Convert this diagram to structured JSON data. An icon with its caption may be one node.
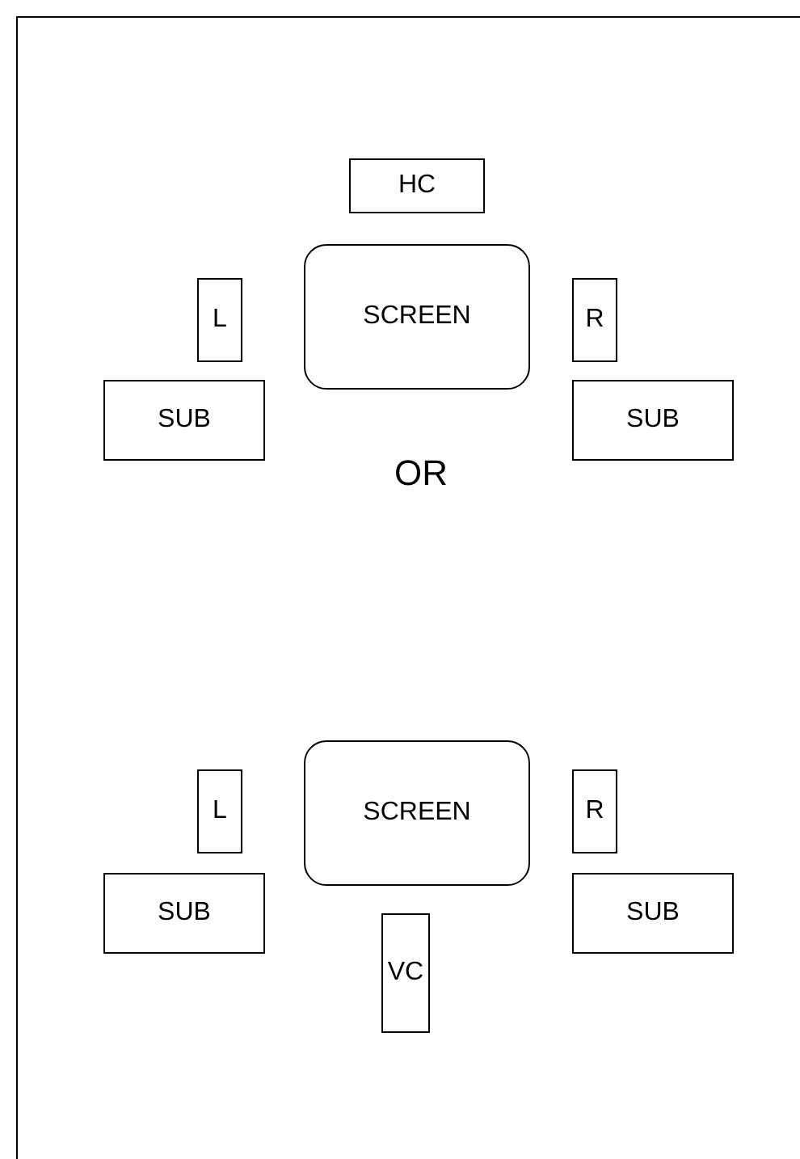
{
  "diagram": {
    "nodes": [
      {
        "text": [
          "HC"
        ]
      },
      {
        "text": [
          "SCREEN"
        ]
      },
      {
        "text": [
          "L"
        ]
      },
      {
        "text": [
          "R"
        ]
      },
      {
        "text": [
          "SUB"
        ]
      },
      {
        "text": [
          "SUB"
        ]
      },
      {
        "text": [
          "SCREEN"
        ]
      },
      {
        "text": [
          "L"
        ]
      },
      {
        "text": [
          "R"
        ]
      },
      {
        "text": [
          "SUB"
        ]
      },
      {
        "text": [
          "SUB"
        ]
      },
      {
        "text": [
          "VC"
        ]
      }
    ],
    "edges": [],
    "labels": [
      "OR"
    ]
  }
}
